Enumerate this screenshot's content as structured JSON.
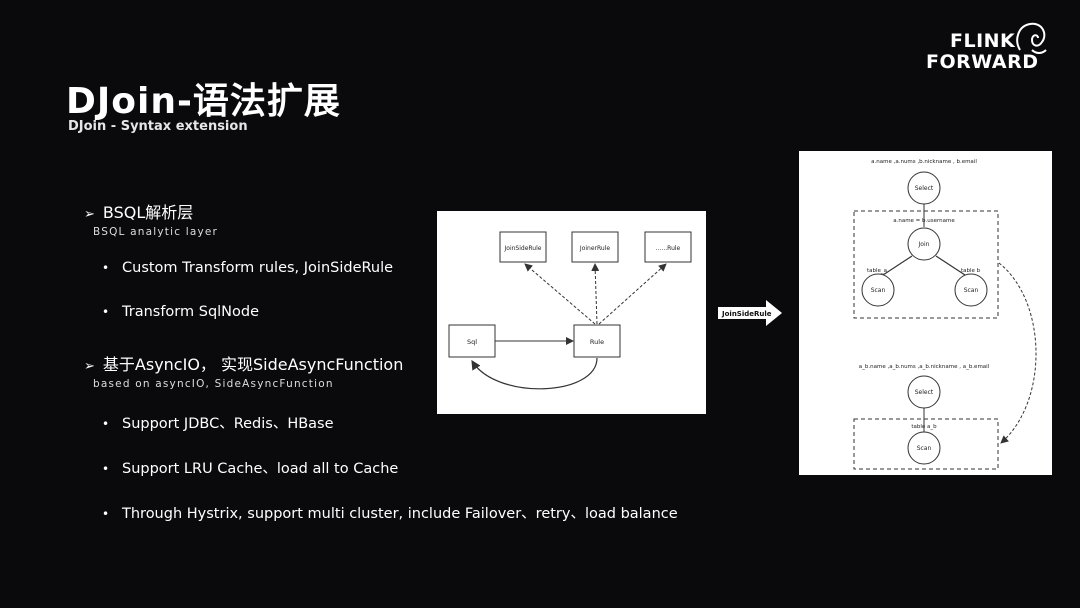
{
  "slide": {
    "title": "DJoin-语法扩展",
    "subtitle": "DJoin - Syntax extension"
  },
  "logo": {
    "line1": "FLINK",
    "line2": "FORWARD"
  },
  "sections": [
    {
      "heading": "BSQL解析层",
      "subheading": "BSQL analytic layer",
      "bullets": [
        "Custom Transform rules, JoinSideRule",
        "Transform SqlNode"
      ]
    },
    {
      "heading": "基于AsyncIO， 实现SideAsyncFunction",
      "subheading": "based on asyncIO, SideAsyncFunction",
      "bullets": [
        "Support JDBC、Redis、HBase",
        "Support LRU Cache、load all  to Cache",
        "Through Hystrix, support multi cluster, include Failover、retry、load balance"
      ]
    }
  ],
  "rule_diagram": {
    "rules": [
      "JoinSideRule",
      "JoinerRule",
      "......Rule"
    ],
    "sql": "Sql",
    "rule": "Rule"
  },
  "transform_arrow_label": "JoinSideRule",
  "plan_diagram": {
    "top_fields": "a.name ,a.nums ,b.nickname , b.email",
    "join_cond": "a.name = b.username",
    "select1": "Select",
    "join": "Join",
    "table_a": "table_a",
    "table_b": "table b",
    "scan_a": "Scan",
    "scan_b": "Scan",
    "bottom_fields": "a_b.name ,a_b.nums ,a_b.nickname , a_b.email",
    "select2": "Select",
    "table_ab": "table a_b",
    "scan_ab": "Scan"
  }
}
